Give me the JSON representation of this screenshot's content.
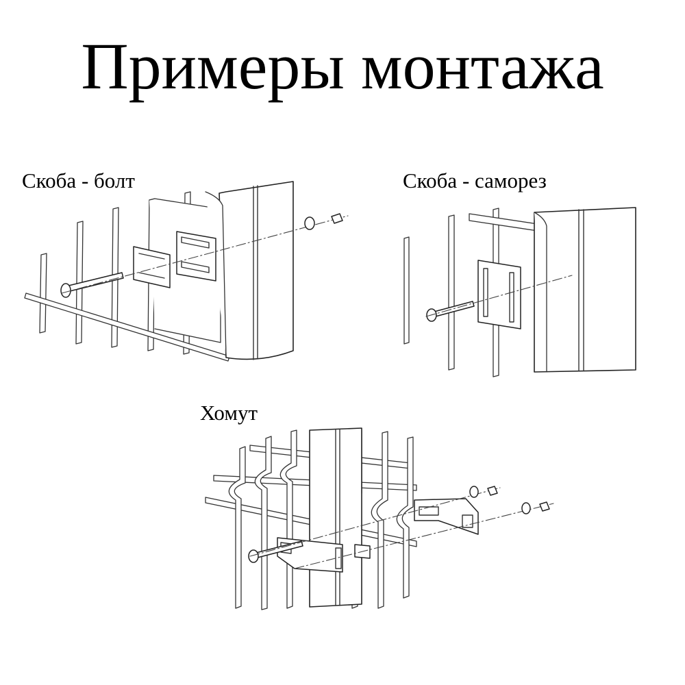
{
  "title": "Примеры монтажа",
  "figures": [
    {
      "label": "Скоба - болт"
    },
    {
      "label": "Скоба - саморез"
    },
    {
      "label": "Хомут"
    }
  ]
}
